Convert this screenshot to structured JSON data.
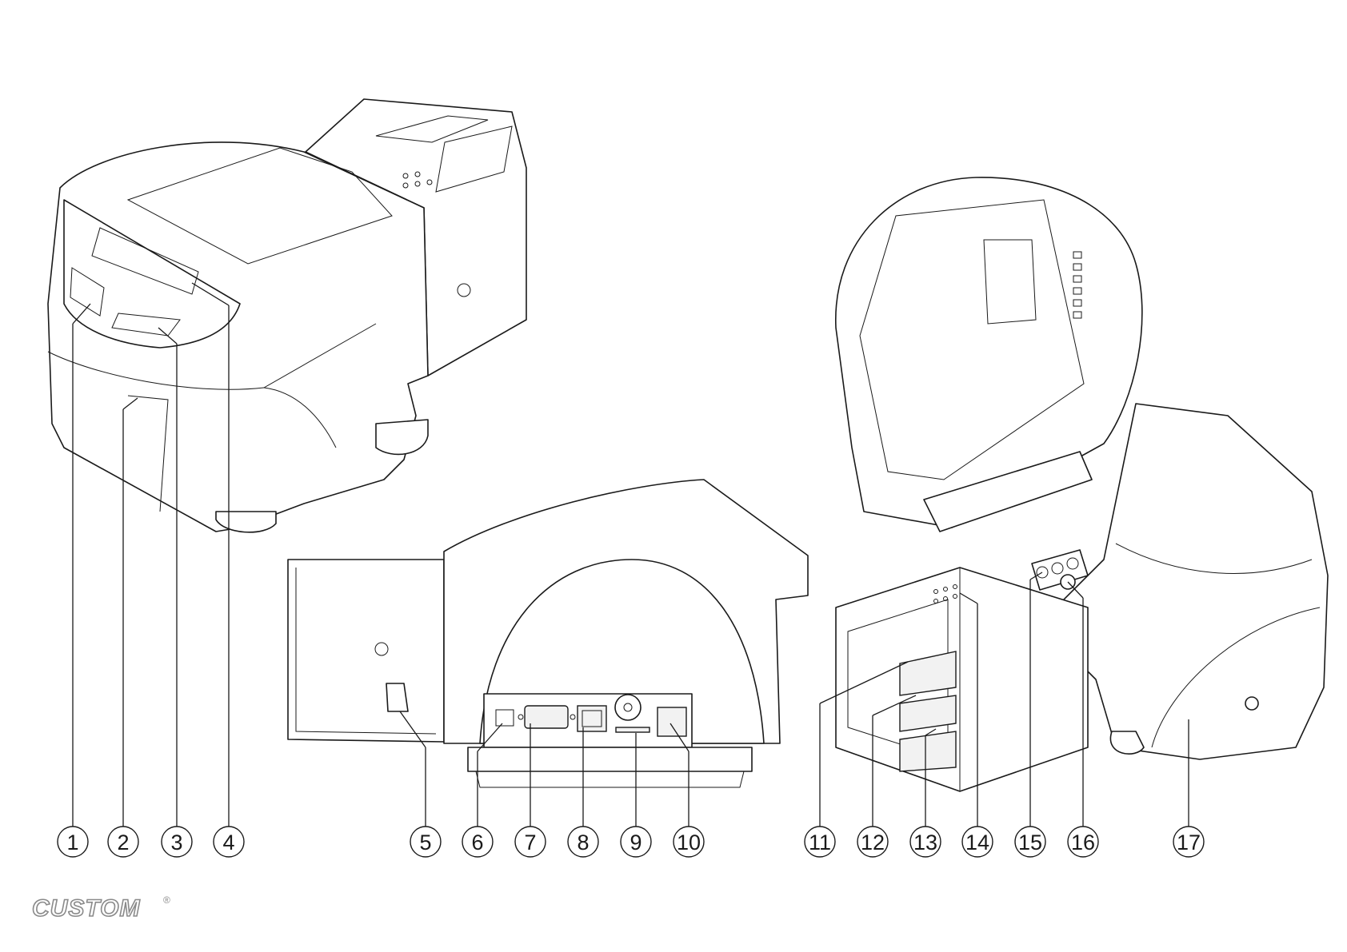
{
  "callouts": [
    {
      "id": 1,
      "label": "1"
    },
    {
      "id": 2,
      "label": "2"
    },
    {
      "id": 3,
      "label": "3"
    },
    {
      "id": 4,
      "label": "4"
    },
    {
      "id": 5,
      "label": "5"
    },
    {
      "id": 6,
      "label": "6"
    },
    {
      "id": 7,
      "label": "7"
    },
    {
      "id": 8,
      "label": "8"
    },
    {
      "id": 9,
      "label": "9"
    },
    {
      "id": 10,
      "label": "10"
    },
    {
      "id": 11,
      "label": "11"
    },
    {
      "id": 12,
      "label": "12"
    },
    {
      "id": 13,
      "label": "13"
    },
    {
      "id": 14,
      "label": "14"
    },
    {
      "id": 15,
      "label": "15"
    },
    {
      "id": 16,
      "label": "16"
    },
    {
      "id": 17,
      "label": "17"
    }
  ],
  "logo": {
    "text": "CUSTOM",
    "mark": "®"
  },
  "colors": {
    "line": "#1a1a1a",
    "background": "#ffffff",
    "logo": "#8a8a8a"
  }
}
